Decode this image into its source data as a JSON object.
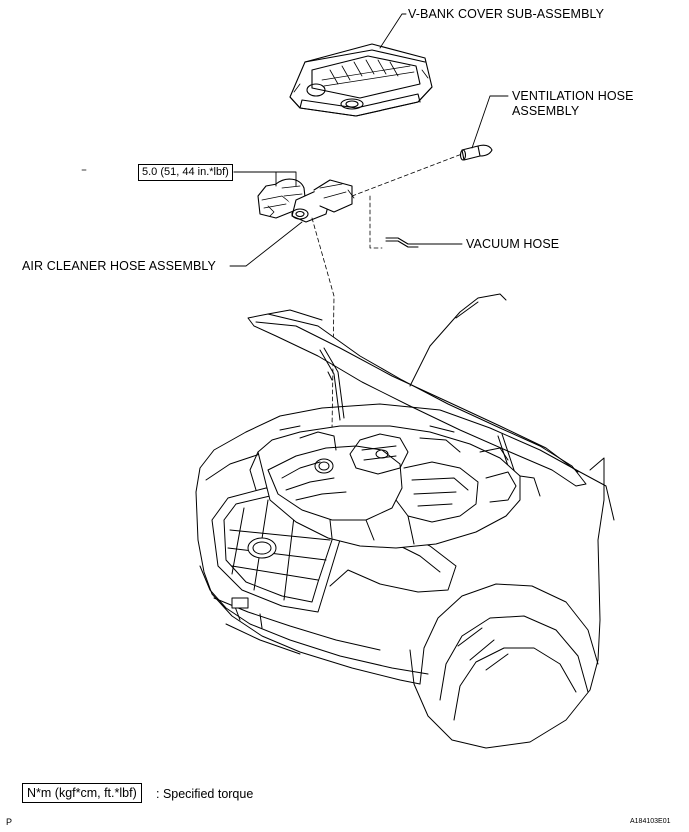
{
  "labels": {
    "vbank_cover": "V-BANK COVER SUB-ASSEMBLY",
    "ventilation_hose_l1": "VENTILATION HOSE",
    "ventilation_hose_l2": "ASSEMBLY",
    "vacuum_hose": "VACUUM HOSE",
    "air_cleaner_hose": "AIR CLEANER HOSE ASSEMBLY",
    "torque": "5.0 (51, 44 in.*lbf)"
  },
  "legend": {
    "unit_box": "N*m (kgf*cm, ft.*lbf)",
    "description": ": Specified torque"
  },
  "footer": {
    "corner_letter": "P",
    "figure_id": "A184103E01"
  }
}
